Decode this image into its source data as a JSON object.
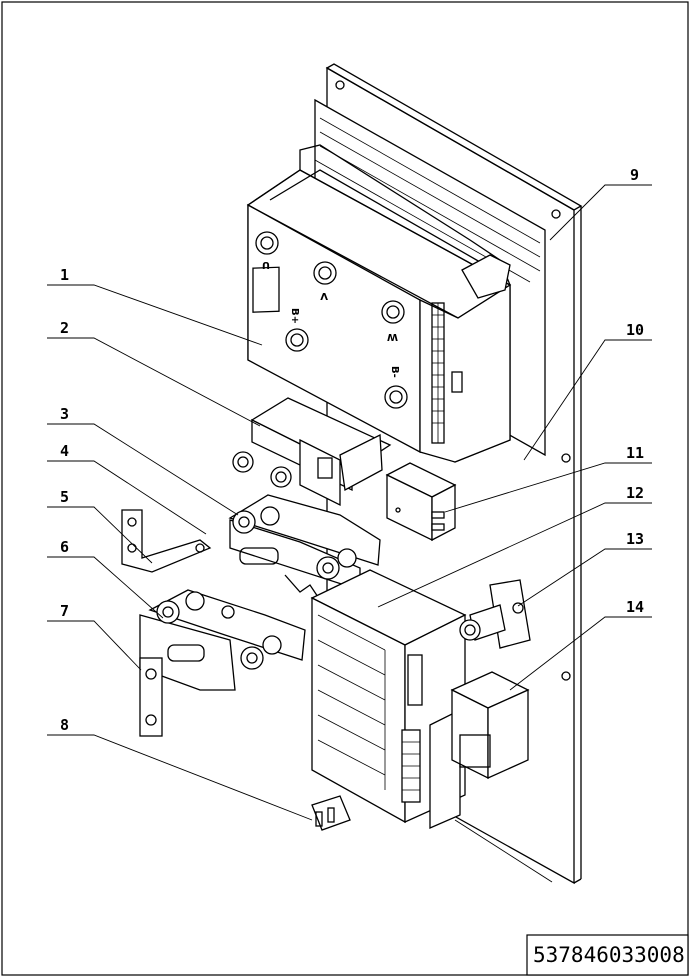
{
  "drawing": {
    "part_code": "537846033008",
    "terminal_marks": [
      "U",
      "V",
      "W",
      "B+",
      "B-"
    ],
    "callouts": [
      "1",
      "2",
      "3",
      "4",
      "5",
      "6",
      "7",
      "8",
      "9",
      "10",
      "11",
      "12",
      "13",
      "14"
    ]
  }
}
